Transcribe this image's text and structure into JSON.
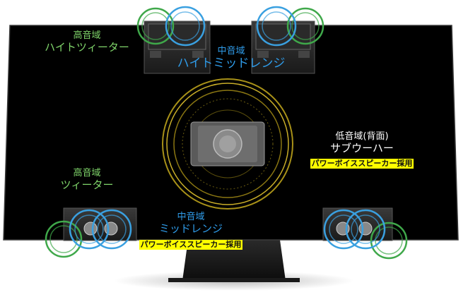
{
  "labels": {
    "high_tweeter_top": {
      "title": "高音域",
      "name": "ハイトツィーター"
    },
    "mid_height": {
      "title": "中音域",
      "name": "ハイトミッドレンジ"
    },
    "subwoofer": {
      "title": "低音域(背面)",
      "name": "サブウーハー",
      "badge": "パワーボイススピーカー採用"
    },
    "high_tweeter_bottom": {
      "title": "高音域",
      "name": "ツィーター"
    },
    "mid_range": {
      "title": "中音域",
      "name": "ミッドレンジ",
      "badge": "パワーボイススピーカー採用"
    }
  },
  "colors": {
    "tweeter_ring": "#3fa84a",
    "midrange_ring": "#3aa0e0",
    "woofer_ring": "#b8a020",
    "badge_bg": "#ffff00"
  }
}
